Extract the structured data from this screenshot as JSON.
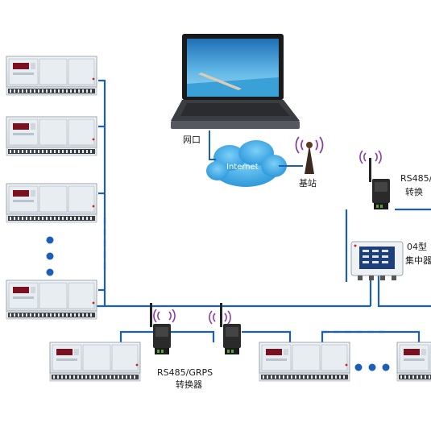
{
  "labels": {
    "network_port": "网口",
    "internet": "Internet",
    "base_station": "基站",
    "converter_right_line1": "RS485/",
    "converter_right_line2": "转换",
    "concentrator_line1": "04型",
    "concentrator_line2": "集中器",
    "converter_bottom_line1": "RS485/GRPS",
    "converter_bottom_line2": "转换器"
  },
  "colors": {
    "bus_line": "#1c5fb8",
    "cloud": "#2f9fdc",
    "meter_body": "#e9eef2",
    "meter_panel": "#bfc9d1",
    "device_black": "#2a2a2a",
    "signal_purple": "#8a3ca8",
    "laptop_screen_sky": "#2d87c8"
  },
  "icons": {
    "laptop": "laptop-icon",
    "cloud": "internet-cloud-icon",
    "base_station": "antenna-tower-icon",
    "converter": "gprs-modem-icon",
    "meter": "electric-meter-cabinet-icon",
    "concentrator": "concentrator-box-icon",
    "ellipsis": "ellipsis-dots"
  }
}
